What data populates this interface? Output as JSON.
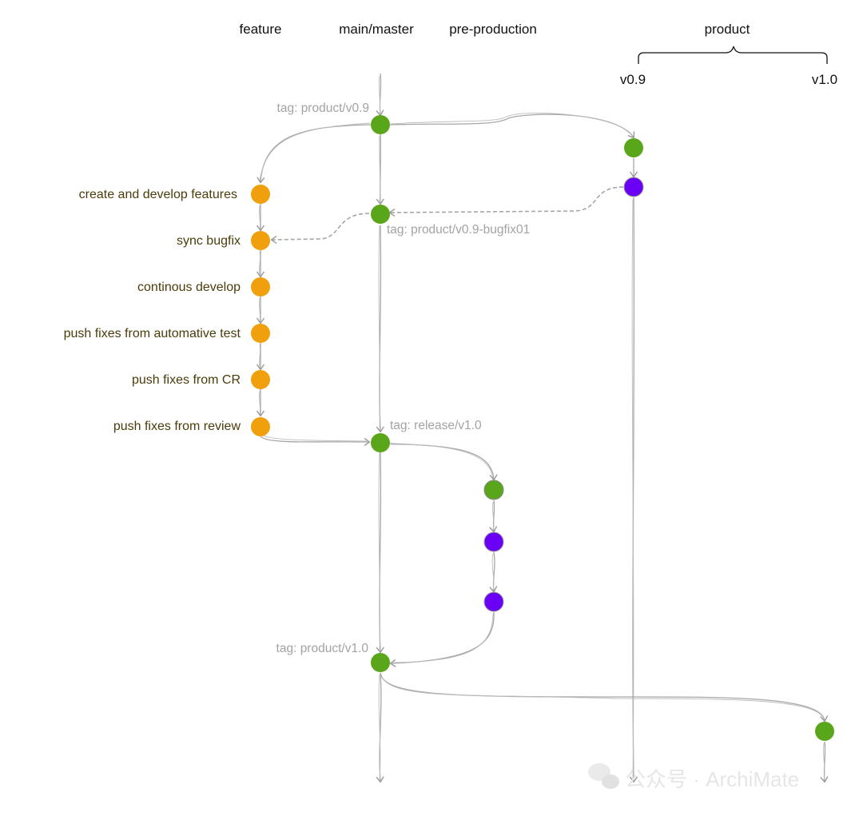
{
  "headers": {
    "feature": "feature",
    "main": "main/master",
    "preprod": "pre-production",
    "product": "product",
    "v09": "v0.9",
    "v10": "v1.0"
  },
  "tags": {
    "product_v09": "tag: product/v0.9",
    "bugfix01": "tag: product/v0.9-bugfix01",
    "release_v10": "tag: release/v1.0",
    "product_v10": "tag: product/v1.0"
  },
  "feature_steps": [
    "create and develop features",
    "sync bugfix",
    "continous develop",
    "push fixes from automative test",
    "push fixes from CR",
    "push fixes from review"
  ],
  "colors": {
    "commit_green": "#5aa61a",
    "commit_orange": "#f0a00c",
    "commit_purple": "#6a00f4",
    "edge_gray": "#a6a6a6"
  },
  "watermark": "公众号 · ArchiMate"
}
